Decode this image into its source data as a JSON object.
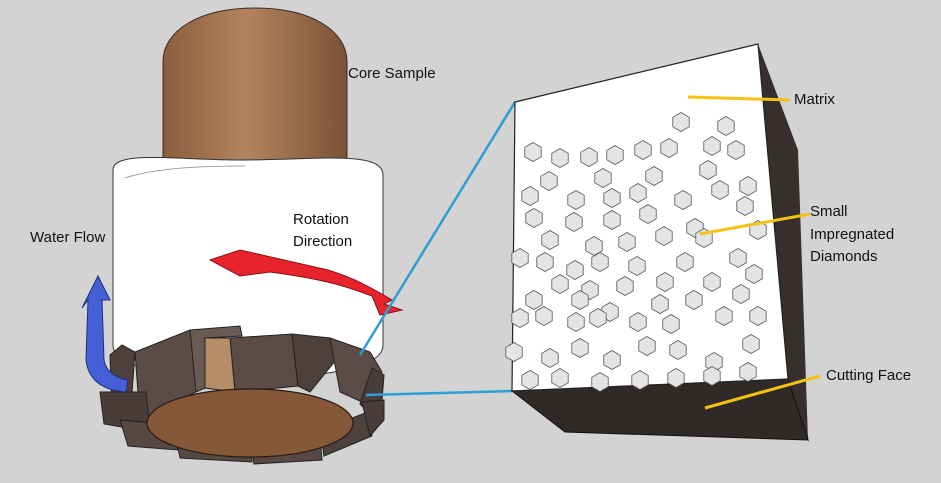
{
  "labels": {
    "core_sample": "Core Sample",
    "rotation_line1": "Rotation",
    "rotation_line2": "Direction",
    "water_flow": "Water Flow",
    "matrix": "Matrix",
    "diamonds_line1": "Small",
    "diamonds_line2": "Impregnated",
    "diamonds_line3": "Diamonds",
    "cutting_face": "Cutting Face"
  },
  "colors": {
    "background": "#d3d3d3",
    "core": "#a87a55",
    "sleeve": "#ffffff",
    "segment": "#5b4c47",
    "rotation_arrow": "#e8232c",
    "water_arrow": "#4560d6",
    "leader_line": "#f5c211",
    "connector_line": "#2a9fd6",
    "matrix_face": "#ffffff",
    "diamond": "#e4e4e4"
  }
}
